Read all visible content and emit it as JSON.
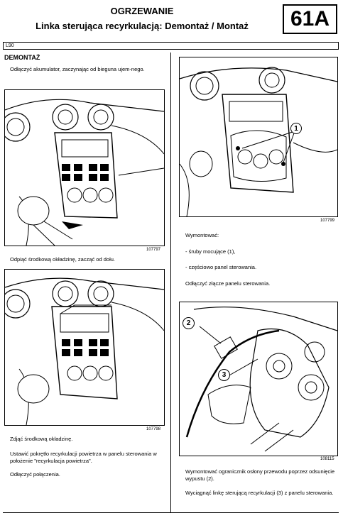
{
  "header": {
    "title": "OGRZEWANIE",
    "subtitle": "Linka sterująca recyrkulacją: Demontaż / Montaż",
    "section_code": "61A"
  },
  "model": "L90",
  "section_title": "DEMONTAŻ",
  "left": {
    "intro": "Odłączyć akumulator, zaczynając od bieguna ujem-nego.",
    "fig1_number": "107797",
    "fig1_caption": "Odpiąć środkową okładzinę, zacząć od dołu.",
    "fig2_number": "107798",
    "step_remove": "Zdjąć środkową okładzinę.",
    "step_set": "Ustawić pokrętło recyrkulacji powietrza w panelu sterowania w położenie \"recyrkulacja powietrza\".",
    "step_disconnect": "Odłączyć połączenia."
  },
  "right": {
    "fig3_number": "107799",
    "fig3_callout": "1",
    "removed_label": "Wymontować:",
    "removed_items": [
      "- śruby mocujące (1),",
      "- częściowo panel sterowania."
    ],
    "step_connector": "Odłączyć złącze panelu sterowania.",
    "fig4_number": "108115",
    "fig4_callouts": [
      "2",
      "3"
    ],
    "step_limiter": "Wymontować ogranicznik osłony przewodu poprzez odsunięcie wypustu (2).",
    "step_cable": "Wyciągnąć linkę sterującą recyrkulacji (3) z panelu sterowania."
  }
}
